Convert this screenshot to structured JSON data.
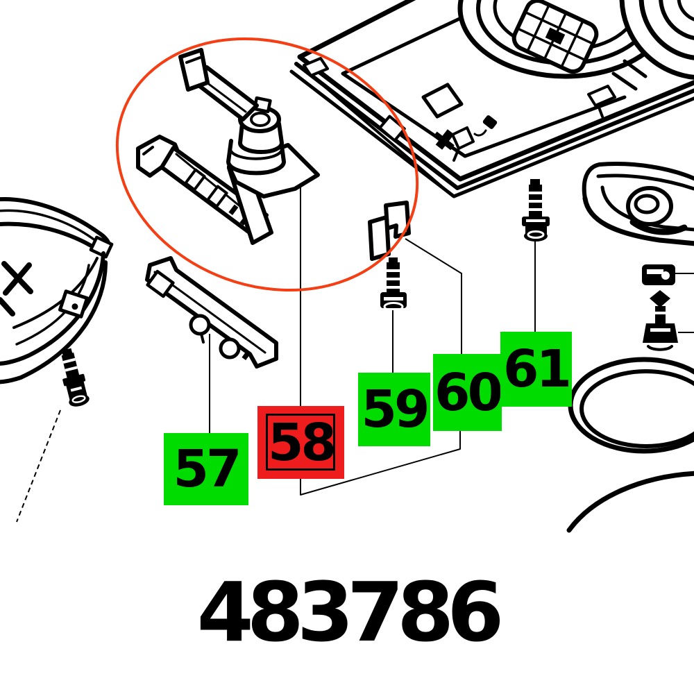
{
  "part_number": "483786",
  "callouts": [
    {
      "number": "57",
      "color": "#00dc00",
      "highlighted": false
    },
    {
      "number": "58",
      "color": "#ee1c1c",
      "highlighted": true
    },
    {
      "number": "59",
      "color": "#00dc00",
      "highlighted": false
    },
    {
      "number": "60",
      "color": "#00dc00",
      "highlighted": false
    },
    {
      "number": "61",
      "color": "#00dc00",
      "highlighted": false
    }
  ],
  "colors": {
    "background": "#ffffff",
    "line_art": "#000000",
    "callout_green": "#00dc00",
    "callout_red": "#ee1c1c",
    "highlight_ellipse": "#f43e14"
  }
}
